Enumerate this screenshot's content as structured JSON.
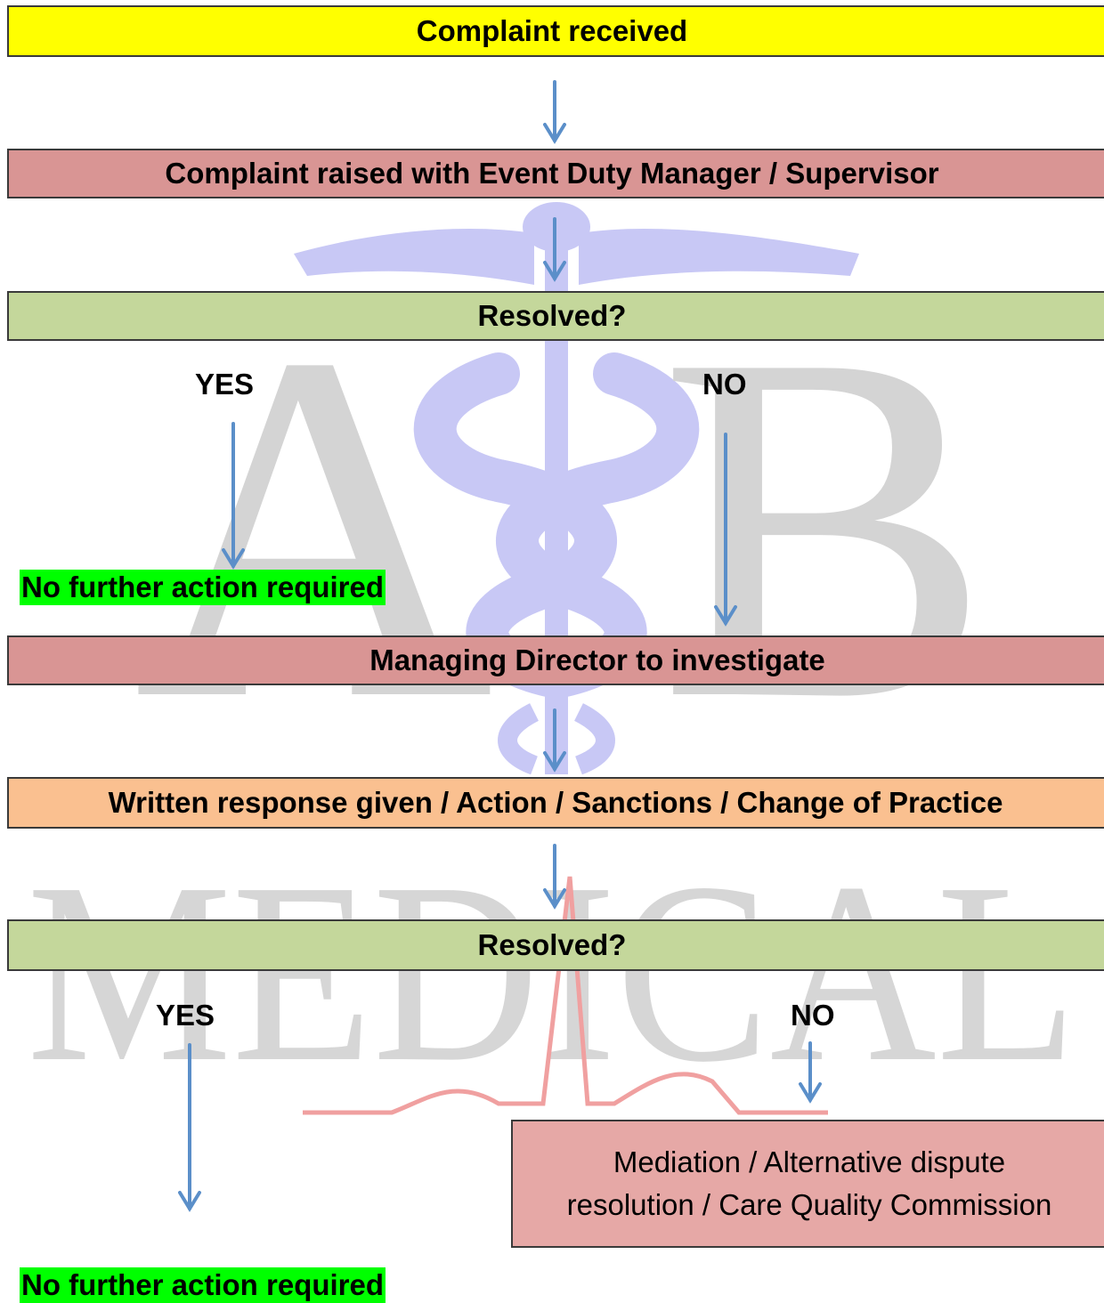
{
  "colors": {
    "yellow": "#ffff00",
    "red_box": "#d99594",
    "green_box": "#c4d79b",
    "orange_box": "#fac090",
    "highlight": "#00ff00",
    "pink_box": "#e6a8a6",
    "arrow": "#5b8fc9",
    "watermark_blue": "#c8c8f5",
    "watermark_grey": "#d4d4d4",
    "watermark_red": "#f0a0a0"
  },
  "watermark": {
    "letter_a": "A",
    "letter_b": "B",
    "word": "MEDICAL"
  },
  "flow": {
    "step1": "Complaint received",
    "step2": "Complaint raised with Event Duty Manager / Supervisor",
    "q1": "Resolved?",
    "q1_yes": "YES",
    "q1_no": "NO",
    "nfa1": "No further action required",
    "step3": "Managing Director to investigate",
    "step4": "Written response given / Action / Sanctions / Change of Practice",
    "q2": "Resolved?",
    "q2_yes": "YES",
    "q2_no": "NO",
    "escalation_line1": "Mediation / Alternative dispute",
    "escalation_line2": "resolution / Care Quality Commission",
    "nfa2": "No further action required"
  }
}
